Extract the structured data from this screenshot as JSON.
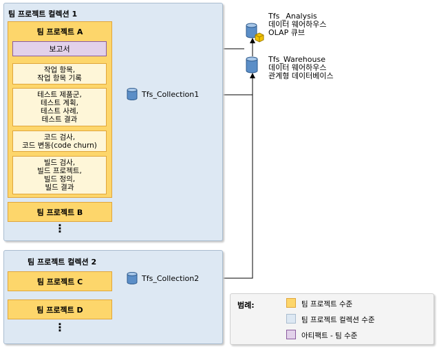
{
  "collections": [
    {
      "title": "팀 프로젝트 컬렉션 1",
      "project_a": {
        "title": "팀 프로젝트 A",
        "report": "보고서",
        "artifacts": [
          [
            "작업 항목,",
            "작업 항목 기록"
          ],
          [
            "테스트 제품군,",
            "테스트 계획,",
            "테스트 사례,",
            "테스트 결과"
          ],
          [
            "코드 검사,",
            "코드 변동(code churn)"
          ],
          [
            "빌드 검사,",
            "빌드 프로젝트,",
            "빌드 정의,",
            "빌드 결과"
          ]
        ]
      },
      "project_b": "팀 프로젝트 B",
      "ellipsis": "⋮",
      "database": "Tfs_Collection1"
    },
    {
      "title": "팀 프로젝트 컬렉션 2",
      "project_c": "팀 프로젝트 C",
      "project_d": "팀 프로젝트 D",
      "ellipsis": "⋮",
      "database": "Tfs_Collection2"
    }
  ],
  "warehouse": {
    "analysis": [
      "Tfs _Analysis",
      "데이터 웨어하우스",
      "OLAP 큐브"
    ],
    "relational": [
      "Tfs_Warehouse",
      "데이터 웨어하우스",
      "관계형 데이터베이스"
    ]
  },
  "legend": {
    "title": "범례:",
    "items": [
      {
        "label": "팀 프로젝트 수준",
        "color": "#fdd66b",
        "border": "#e0a53a"
      },
      {
        "label": "팀 프로젝트 컬렉션 수준",
        "color": "#dde8f3",
        "border": "#a9bccf"
      },
      {
        "label": "아티팩트 - 팀 수준",
        "color": "#e2d1ea",
        "border": "#8a5a9e"
      }
    ]
  },
  "colors": {
    "project": "#fdd66b",
    "artifact": "#fef6d8",
    "collection": "#dde8f3",
    "report": "#e2d1ea",
    "database": "#5b8ec7",
    "cube": "#f2c200"
  }
}
